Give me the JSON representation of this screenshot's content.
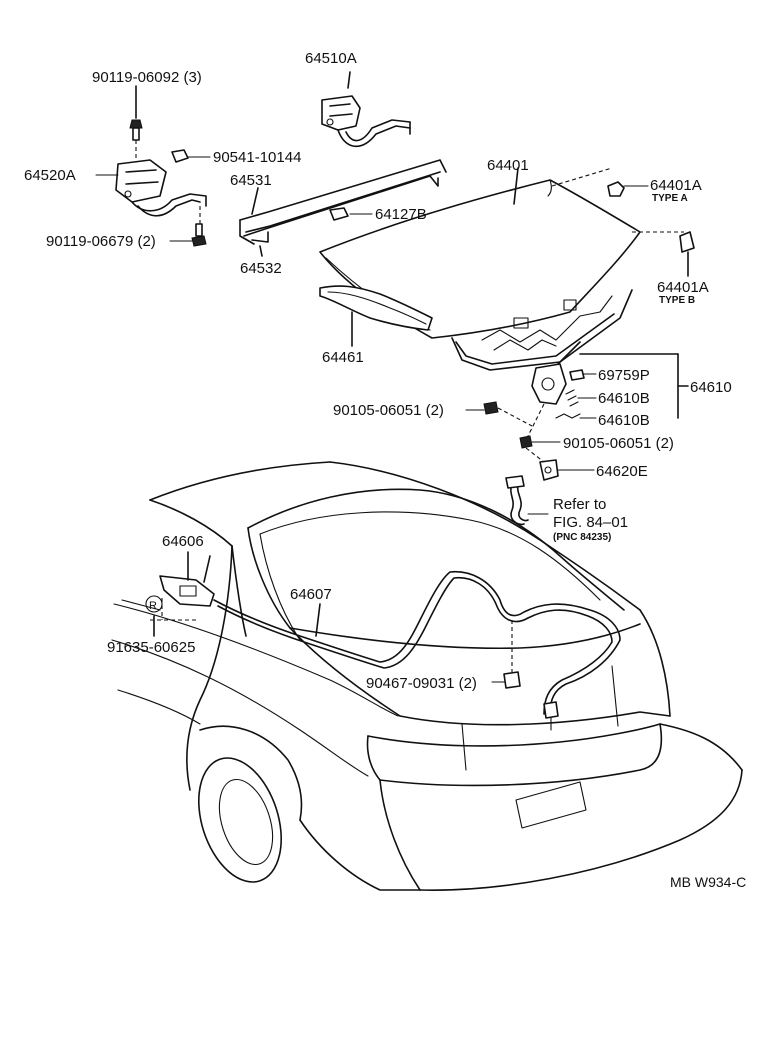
{
  "labels": {
    "p90119_06092": "90119-06092 (3)",
    "p64510A": "64510A",
    "p64520A": "64520A",
    "p90541_10144": "90541-10144",
    "p64531": "64531",
    "p64401": "64401",
    "p64401A_a": "64401A",
    "type_a": "TYPE A",
    "p64127B": "64127B",
    "p90119_06679": "90119-06679 (2)",
    "p64532": "64532",
    "p64401A_b": "64401A",
    "type_b": "TYPE B",
    "p64461": "64461",
    "p69759P": "69759P",
    "p64610": "64610",
    "p64610B_1": "64610B",
    "p90105_06051_left": "90105-06051 (2)",
    "p64610B_2": "64610B",
    "p90105_06051_right": "90105-06051 (2)",
    "p64620E": "64620E",
    "refer_to": "Refer to",
    "fig": "FIG. 84–01",
    "pnc": "(PNC 84235)",
    "p64606": "64606",
    "p64607": "64607",
    "circle_r": "R",
    "p91635_60625": "91635-60625",
    "p90467_09031": "90467-09031 (2)",
    "code": "MB W934-C"
  }
}
